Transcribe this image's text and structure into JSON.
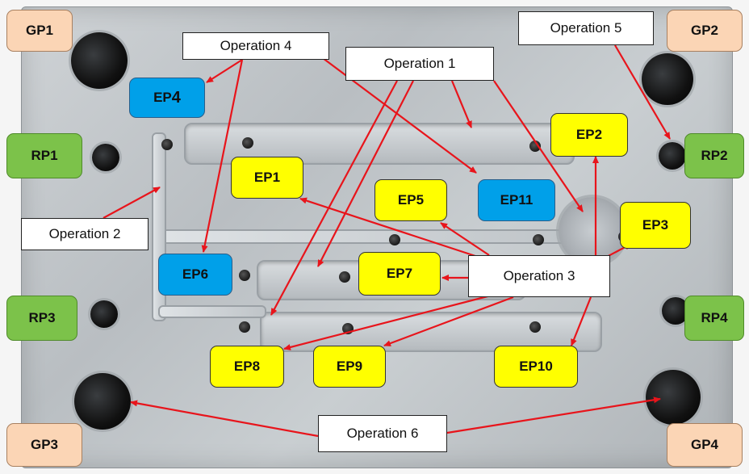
{
  "guide_pins": [
    "GP1",
    "GP2",
    "GP3",
    "GP4"
  ],
  "return_pins": [
    "RP1",
    "RP2",
    "RP3",
    "RP4"
  ],
  "ejector_pins": {
    "ep1": "EP1",
    "ep2": "EP2",
    "ep3": "EP3",
    "ep4": "EP",
    "ep4_num": "4",
    "ep5": "EP5",
    "ep6": "EP6",
    "ep7": "EP7",
    "ep8": "EP8",
    "ep9": "EP9",
    "ep10": "EP10",
    "ep11": "EP11"
  },
  "operations": {
    "op1": "Operation 1",
    "op2": "Operation 2",
    "op3": "Operation 3",
    "op4": "Operation 4",
    "op5": "Operation 5",
    "op6": "Operation 6"
  },
  "colors": {
    "guide_pin": "#fbd5b5",
    "return_pin": "#7cc24a",
    "ejector_yellow": "#ffff00",
    "ejector_blue": "#00a0e9",
    "arrow": "#e8141b"
  }
}
